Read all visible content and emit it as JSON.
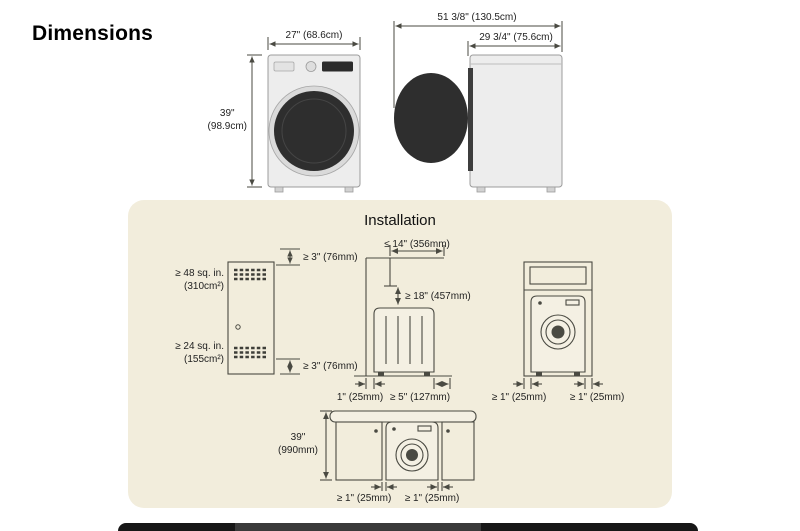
{
  "page": {
    "title": "Dimensions"
  },
  "dimensions": {
    "front": {
      "width": "27\" (68.6cm)",
      "height": "39\"\n(98.9cm)"
    },
    "side": {
      "total_depth": "51 3/8\" (130.5cm)",
      "body_depth": "29 3/4\" (75.6cm)"
    }
  },
  "installation": {
    "title": "Installation",
    "vent_panel": {
      "top_vent_area": "≥ 48 sq. in.\n(310cm²)",
      "bottom_vent_area": "≥ 24 sq. in.\n(155cm²)",
      "top_clearance": "≥ 3\" (76mm)",
      "bottom_clearance": "≥ 3\" (76mm)"
    },
    "side_view": {
      "duct_max": "≤ 14\" (356mm)",
      "rear_clearance": "≥ 18\" (457mm)",
      "side_clearance": "1\" (25mm)",
      "front_clearance": "≥ 5\" (127mm)"
    },
    "closet": {
      "left_clearance": "≥ 1\" (25mm)",
      "right_clearance": "≥ 1\" (25mm)"
    },
    "under_counter": {
      "height": "39\"\n(990mm)",
      "left_clearance": "≥ 1\" (25mm)",
      "right_clearance": "≥ 1\" (25mm)"
    }
  },
  "colors": {
    "panel_background": "#f2eddc",
    "diagram_line": "#4a4a42",
    "door_dark": "#2e2e2e"
  }
}
